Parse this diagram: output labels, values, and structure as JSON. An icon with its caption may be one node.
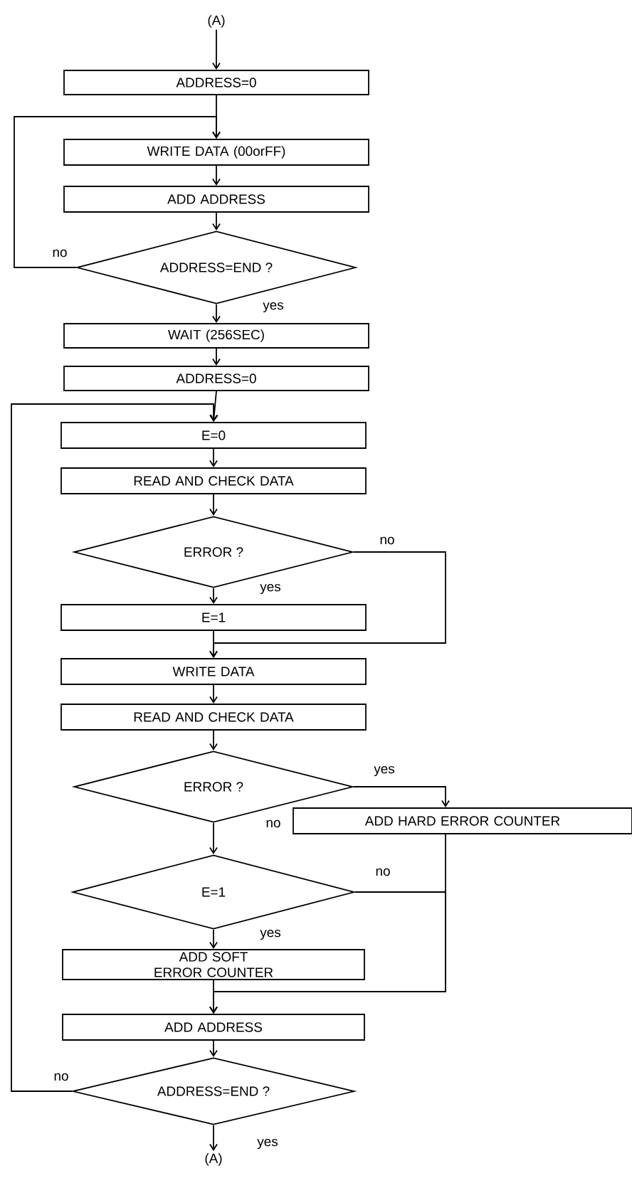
{
  "diagram": {
    "nodes": [
      {
        "text": [
          "(A)"
        ]
      },
      {
        "text": [
          "ADDRESS=0"
        ]
      },
      {
        "text": [
          "WRITE DATA (00orFF)"
        ]
      },
      {
        "text": [
          "ADD ADDRESS"
        ]
      },
      {
        "text": [
          "ADDRESS=END ?"
        ]
      },
      {
        "text": [
          "WAIT (256SEC)"
        ]
      },
      {
        "text": [
          "ADDRESS=0"
        ]
      },
      {
        "text": [
          "E=0"
        ]
      },
      {
        "text": [
          "READ AND CHECK DATA"
        ]
      },
      {
        "text": [
          "ERROR ?"
        ]
      },
      {
        "text": [
          "E=1"
        ]
      },
      {
        "text": [
          "WRITE DATA"
        ]
      },
      {
        "text": [
          "READ AND CHECK DATA"
        ]
      },
      {
        "text": [
          "ERROR ?"
        ]
      },
      {
        "text": [
          "ADD HARD ERROR COUNTER"
        ]
      },
      {
        "text": [
          "E=1"
        ]
      },
      {
        "text": [
          "ADD SOFT ERROR COUNTER"
        ]
      },
      {
        "text": [
          "ADD ADDRESS"
        ]
      },
      {
        "text": [
          "ADDRESS=END ?"
        ]
      },
      {
        "text": [
          "(A)"
        ]
      }
    ],
    "edges": [
      {
        "from": 0,
        "to": 1,
        "arrow": "to"
      },
      {
        "from": 1,
        "to": 2,
        "arrow": "to"
      },
      {
        "from": 2,
        "to": 3,
        "arrow": "to"
      },
      {
        "from": 3,
        "to": 4,
        "arrow": "to"
      },
      {
        "from": 4,
        "to": 2,
        "arrow": "to",
        "label": "no"
      },
      {
        "from": 4,
        "to": 5,
        "arrow": "to",
        "label": "yes"
      },
      {
        "from": 5,
        "to": 6,
        "arrow": "to"
      },
      {
        "from": 6,
        "to": 7,
        "arrow": "to"
      },
      {
        "from": 7,
        "to": 8,
        "arrow": "to"
      },
      {
        "from": 8,
        "to": 9,
        "arrow": "to"
      },
      {
        "from": 9,
        "to": 10,
        "arrow": "to",
        "label": "yes"
      },
      {
        "from": 9,
        "to": 11,
        "arrow": "to",
        "label": "no"
      },
      {
        "from": 10,
        "to": 11,
        "arrow": "to"
      },
      {
        "from": 11,
        "to": 12,
        "arrow": "to"
      },
      {
        "from": 12,
        "to": 13,
        "arrow": "to"
      },
      {
        "from": 13,
        "to": 14,
        "arrow": "to",
        "label": "yes"
      },
      {
        "from": 13,
        "to": 15,
        "arrow": "to",
        "label": "no"
      },
      {
        "from": 14,
        "to": 17,
        "arrow": "to"
      },
      {
        "from": 15,
        "to": 17,
        "arrow": "to",
        "label": "no"
      },
      {
        "from": 15,
        "to": 16,
        "arrow": "to",
        "label": "yes"
      },
      {
        "from": 16,
        "to": 17,
        "arrow": "to"
      },
      {
        "from": 17,
        "to": 18,
        "arrow": "to"
      },
      {
        "from": 18,
        "to": 7,
        "arrow": "to",
        "label": "no"
      },
      {
        "from": 18,
        "to": 19,
        "arrow": "to",
        "label": "yes"
      }
    ]
  }
}
